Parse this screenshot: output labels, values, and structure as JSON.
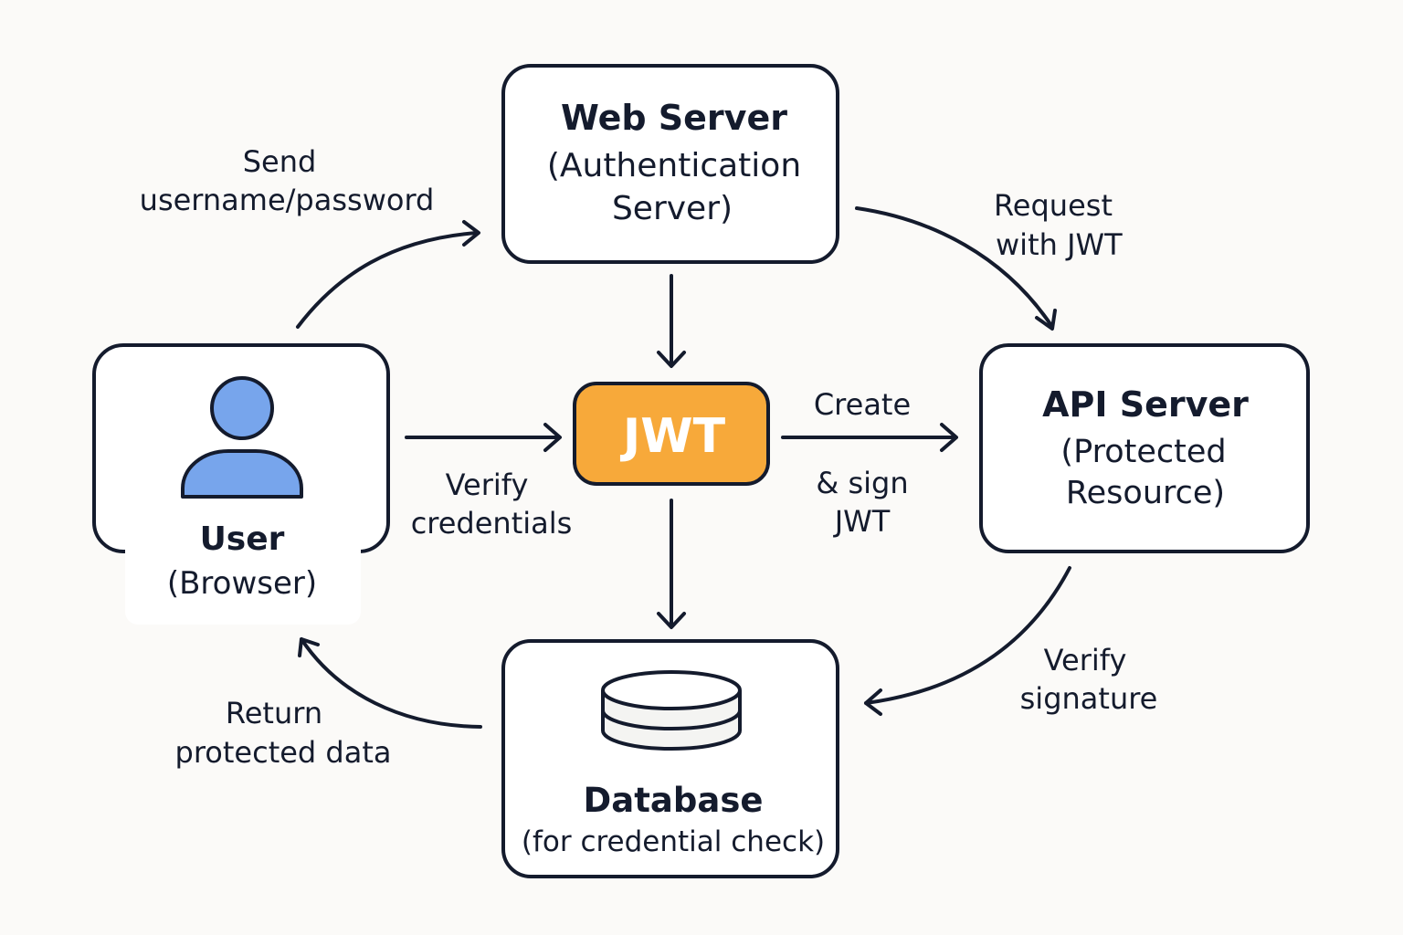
{
  "colors": {
    "background": "#fbfaf8",
    "ink": "#141b2d",
    "jwt_fill": "#f7a93a",
    "jwt_text": "#ffffff",
    "user_icon_fill": "#77a5ec",
    "box_fill": "#ffffff"
  },
  "nodes": {
    "web_server": {
      "title": "Web Server",
      "subtitle_lines": [
        "(Authentication",
        "Server)"
      ]
    },
    "user": {
      "title": "User",
      "subtitle": "(Browser)",
      "icon": "user-icon"
    },
    "jwt": {
      "title": "JWT"
    },
    "api_server": {
      "title": "API Server",
      "subtitle_lines": [
        "(Protected",
        "Resource)"
      ]
    },
    "database": {
      "title": "Database",
      "subtitle": "(for credential check)",
      "icon": "database-icon"
    }
  },
  "edges": {
    "send_credentials": {
      "lines": [
        "Send",
        "username/password"
      ]
    },
    "request_with_jwt": {
      "lines": [
        "Request",
        "with JWT"
      ]
    },
    "verify_credentials": {
      "lines": [
        "Verify",
        "credentials"
      ]
    },
    "create_sign_jwt": {
      "lines": [
        "Create",
        "& sign",
        "JWT"
      ]
    },
    "verify_signature": {
      "lines": [
        "Verify",
        "signature"
      ]
    },
    "return_data": {
      "lines": [
        "Return",
        "protected data"
      ]
    }
  }
}
